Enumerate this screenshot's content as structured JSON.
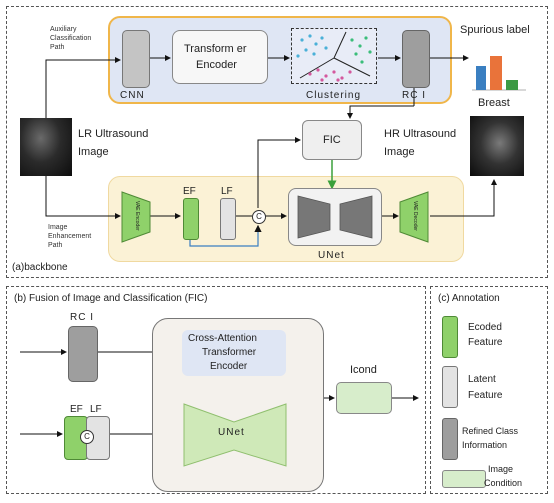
{
  "top": {
    "aux_path": [
      "Auxiliary",
      "Classification",
      "Path"
    ],
    "cnn": "CNN",
    "transformer": [
      "Transform er",
      "Encoder"
    ],
    "clustering": "Clustering",
    "rci": "RC I",
    "spurious_label": "Spurious label",
    "breast": "Breast",
    "lr_label": [
      "LR Ultrasound",
      "Image"
    ],
    "hr_label": [
      "HR Ultrasound",
      "Image"
    ],
    "fic": "FIC",
    "enh_path": [
      "Image",
      "Enhancement",
      "Path"
    ],
    "vae_encoder": "VAE Encoder",
    "vae_decoder": "VAE Decoder",
    "ef": "EF",
    "lf": "LF",
    "c": "C",
    "unet": "UNet",
    "backbone": "(a)backbone"
  },
  "fic_panel": {
    "title": "(b) Fusion of Image and Classification (FIC)",
    "rci": "RC I",
    "cross_attention": [
      "Cross-Attention",
      "Transformer",
      "Encoder"
    ],
    "unet": "UNet",
    "ef": "EF",
    "lf": "LF",
    "c": "C",
    "icond": "Icond"
  },
  "annotation": {
    "title": "(c) Annotation",
    "items": [
      {
        "label": [
          "Ecoded",
          "Feature"
        ],
        "color": "#8fd16a"
      },
      {
        "label": [
          "Latent",
          "Feature"
        ],
        "color": "#e3e3e3"
      },
      {
        "label": [
          "Refined Class",
          "Information"
        ],
        "color": "#9e9e9e"
      },
      {
        "label": [
          "Image",
          "Condition"
        ],
        "color": "#d7edcb"
      }
    ]
  },
  "colors": {
    "blue_panel": "#dfe6f4",
    "yellow_border": "#f0b64a",
    "yellow_panel": "#fbf2d6",
    "green": "#8fd16a",
    "green_light": "#cfe9b8",
    "gray": "#b8b8b8",
    "chart_orange": "#e9733a",
    "chart_blue": "#3a7fc1",
    "chart_green": "#3c9a44"
  }
}
